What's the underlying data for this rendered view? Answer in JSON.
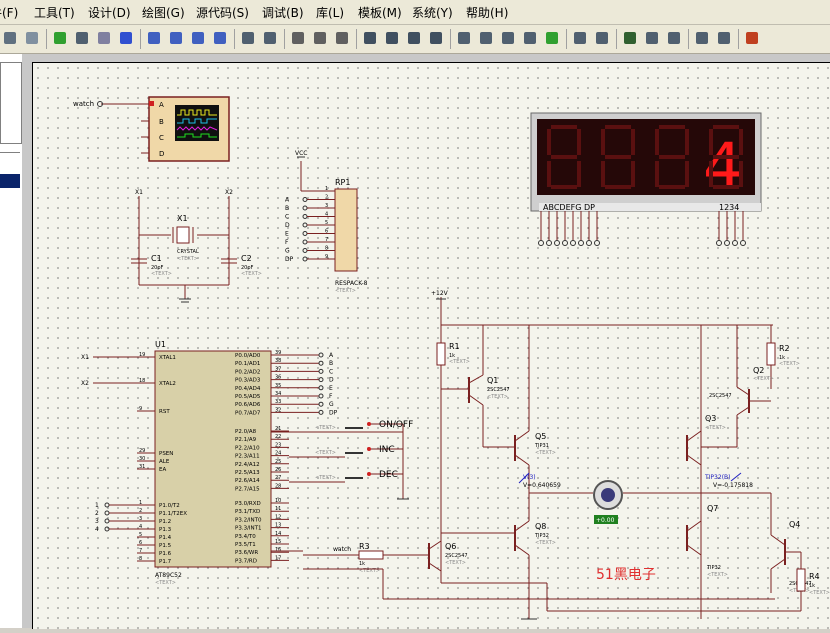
{
  "menu": [
    "文件(F)",
    "工具(T)",
    "设计(D)",
    "绘图(G)",
    "源代码(S)",
    "调试(B)",
    "库(L)",
    "模板(M)",
    "系统(Y)",
    "帮助(H)"
  ],
  "toolbar_icons": [
    "print-icon",
    "page-icon",
    "refresh-icon",
    "grid-icon",
    "origin-icon",
    "pan-icon",
    "zoom-in-icon",
    "zoom-out-icon",
    "zoom-all-icon",
    "zoom-area-icon",
    "undo-icon",
    "redo-icon",
    "cut-icon",
    "copy-icon",
    "paste-icon",
    "block-copy-icon",
    "block-move-icon",
    "block-rotate-icon",
    "block-delete-icon",
    "pick-icon",
    "make-device-icon",
    "decompose-icon",
    "tools-icon",
    "wire-autorouter-icon",
    "search-tag-icon",
    "property-assign-icon",
    "new-sheet-icon",
    "remove-sheet-icon",
    "goto-sheet-icon",
    "bom-icon",
    "erc-icon",
    "ares-icon"
  ],
  "watermark": "51黑电子",
  "schematic": {
    "scope_labels": [
      "A",
      "B",
      "C",
      "D"
    ],
    "scope_input": "watch",
    "display_labels": "ABCDEFG  DP",
    "display_digits_label": "1234",
    "display_digit": "4",
    "rp1": {
      "name": "RP1",
      "part": "RESPACK-8",
      "text": "<TEXT>",
      "pins": [
        "1",
        "2",
        "3",
        "4",
        "5",
        "6",
        "7",
        "8",
        "9"
      ],
      "nets": [
        "A",
        "B",
        "C",
        "D",
        "E",
        "F",
        "G",
        "DP"
      ]
    },
    "vcc": "VCC",
    "crystal": {
      "name": "X1",
      "part": "CRYSTAL",
      "text": "<TEXT>"
    },
    "c1": {
      "name": "C1",
      "value": "20pF",
      "text": "<TEXT>"
    },
    "c2": {
      "name": "C2",
      "value": "20pF",
      "text": "<TEXT>"
    },
    "xnets": [
      "X1",
      "X2"
    ],
    "u1": {
      "name": "U1",
      "part": "AT89C52",
      "text": "<TEXT>",
      "left_pins": [
        {
          "n": "19",
          "l": "XTAL1"
        },
        {
          "n": "18",
          "l": "XTAL2"
        },
        {
          "n": "9",
          "l": "RST"
        },
        {
          "n": "29",
          "l": "PSEN"
        },
        {
          "n": "30",
          "l": "ALE"
        },
        {
          "n": "31",
          "l": "EA"
        },
        {
          "n": "1",
          "l": "P1.0/T2"
        },
        {
          "n": "2",
          "l": "P1.1/T2EX"
        },
        {
          "n": "3",
          "l": "P1.2"
        },
        {
          "n": "4",
          "l": "P1.3"
        },
        {
          "n": "5",
          "l": "P1.4"
        },
        {
          "n": "6",
          "l": "P1.5"
        },
        {
          "n": "7",
          "l": "P1.6"
        },
        {
          "n": "8",
          "l": "P1.7"
        }
      ],
      "right_pins": [
        {
          "n": "39",
          "l": "P0.0/AD0",
          "net": "A"
        },
        {
          "n": "38",
          "l": "P0.1/AD1",
          "net": "B"
        },
        {
          "n": "37",
          "l": "P0.2/AD2",
          "net": "C"
        },
        {
          "n": "36",
          "l": "P0.3/AD3",
          "net": "D"
        },
        {
          "n": "35",
          "l": "P0.4/AD4",
          "net": "E"
        },
        {
          "n": "34",
          "l": "P0.5/AD5",
          "net": "F"
        },
        {
          "n": "33",
          "l": "P0.6/AD6",
          "net": "G"
        },
        {
          "n": "32",
          "l": "P0.7/AD7",
          "net": "DP"
        },
        {
          "n": "21",
          "l": "P2.0/A8"
        },
        {
          "n": "22",
          "l": "P2.1/A9"
        },
        {
          "n": "23",
          "l": "P2.2/A10"
        },
        {
          "n": "24",
          "l": "P2.3/A11"
        },
        {
          "n": "25",
          "l": "P2.4/A12"
        },
        {
          "n": "26",
          "l": "P2.5/A13"
        },
        {
          "n": "27",
          "l": "P2.6/A14"
        },
        {
          "n": "28",
          "l": "P2.7/A15"
        },
        {
          "n": "10",
          "l": "P3.0/RXD"
        },
        {
          "n": "11",
          "l": "P3.1/TXD"
        },
        {
          "n": "12",
          "l": "P3.2/INT0"
        },
        {
          "n": "13",
          "l": "P3.3/INT1"
        },
        {
          "n": "14",
          "l": "P3.4/T0"
        },
        {
          "n": "15",
          "l": "P3.5/T1"
        },
        {
          "n": "16",
          "l": "P3.6/WR"
        },
        {
          "n": "17",
          "l": "P3.7/RD"
        }
      ]
    },
    "p1_inputs": [
      "1",
      "2",
      "3",
      "4"
    ],
    "buttons": [
      {
        "label": "ON/OFF",
        "text": "<TEXT>"
      },
      {
        "label": "INC",
        "text": "<TEXT>"
      },
      {
        "label": "DEC",
        "text": "<TEXT>"
      }
    ],
    "v12": "+12V",
    "r1": {
      "name": "R1",
      "value": "1k",
      "text": "<TEXT>"
    },
    "r2": {
      "name": "R2",
      "value": "1k",
      "text": "<TEXT>"
    },
    "r3": {
      "name": "R3",
      "value": "1k",
      "text": "<TEXT>"
    },
    "r4": {
      "name": "R4",
      "value": "1k",
      "text": "<TEXT>"
    },
    "q1": {
      "name": "Q1",
      "part": "2SC2547",
      "text": "<TEXT>"
    },
    "q2": {
      "name": "Q2",
      "part": "2SC2547",
      "text": "<TEXT>"
    },
    "q3": {
      "name": "Q3",
      "text": "<TEXT>"
    },
    "q4": {
      "name": "Q4",
      "part": "2SC2547",
      "text": "<TEXT>"
    },
    "q5": {
      "name": "Q5",
      "part": "TIP31",
      "text": "<TEXT>"
    },
    "q6": {
      "name": "Q6",
      "part": "2SC2547",
      "text": "<TEXT>"
    },
    "q7": {
      "name": "Q7",
      "part": "TIP32",
      "text": "<TEXT>"
    },
    "q8": {
      "name": "Q8",
      "part": "TIP32",
      "text": "<TEXT>"
    },
    "probe1": {
      "name": "V(3)",
      "value": "V=0.640659"
    },
    "probe2": {
      "name": "TIP32(B)",
      "value": "V=-0.175818"
    },
    "motor_readout": "+0.00",
    "watch_net": "watch"
  }
}
